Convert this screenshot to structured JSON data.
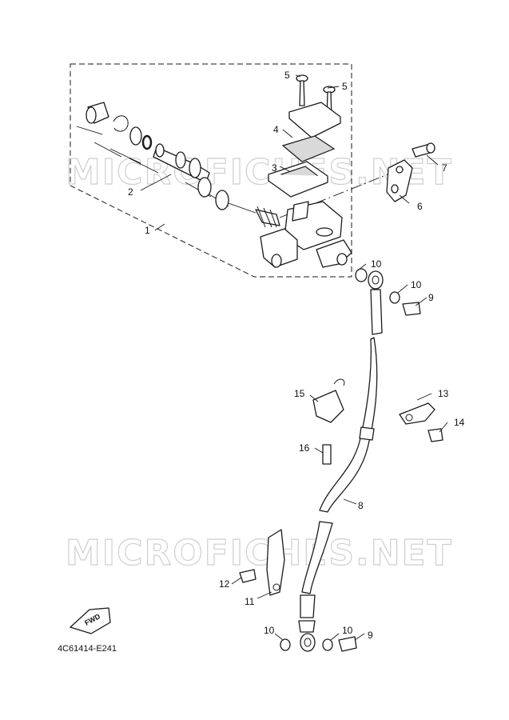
{
  "watermark": "MICROFICHES.NET",
  "diagram_code": "4C61414-E241",
  "fwd_label": "FWD",
  "callouts": {
    "c1": "1",
    "c2": "2",
    "c3": "3",
    "c4": "4",
    "c5a": "5",
    "c5b": "5",
    "c6": "6",
    "c7": "7",
    "c8": "8",
    "c9a": "9",
    "c9b": "9",
    "c10a": "10",
    "c10b": "10",
    "c10c": "10",
    "c10d": "10",
    "c11": "11",
    "c12": "12",
    "c13": "13",
    "c14": "14",
    "c15": "15",
    "c16": "16"
  }
}
